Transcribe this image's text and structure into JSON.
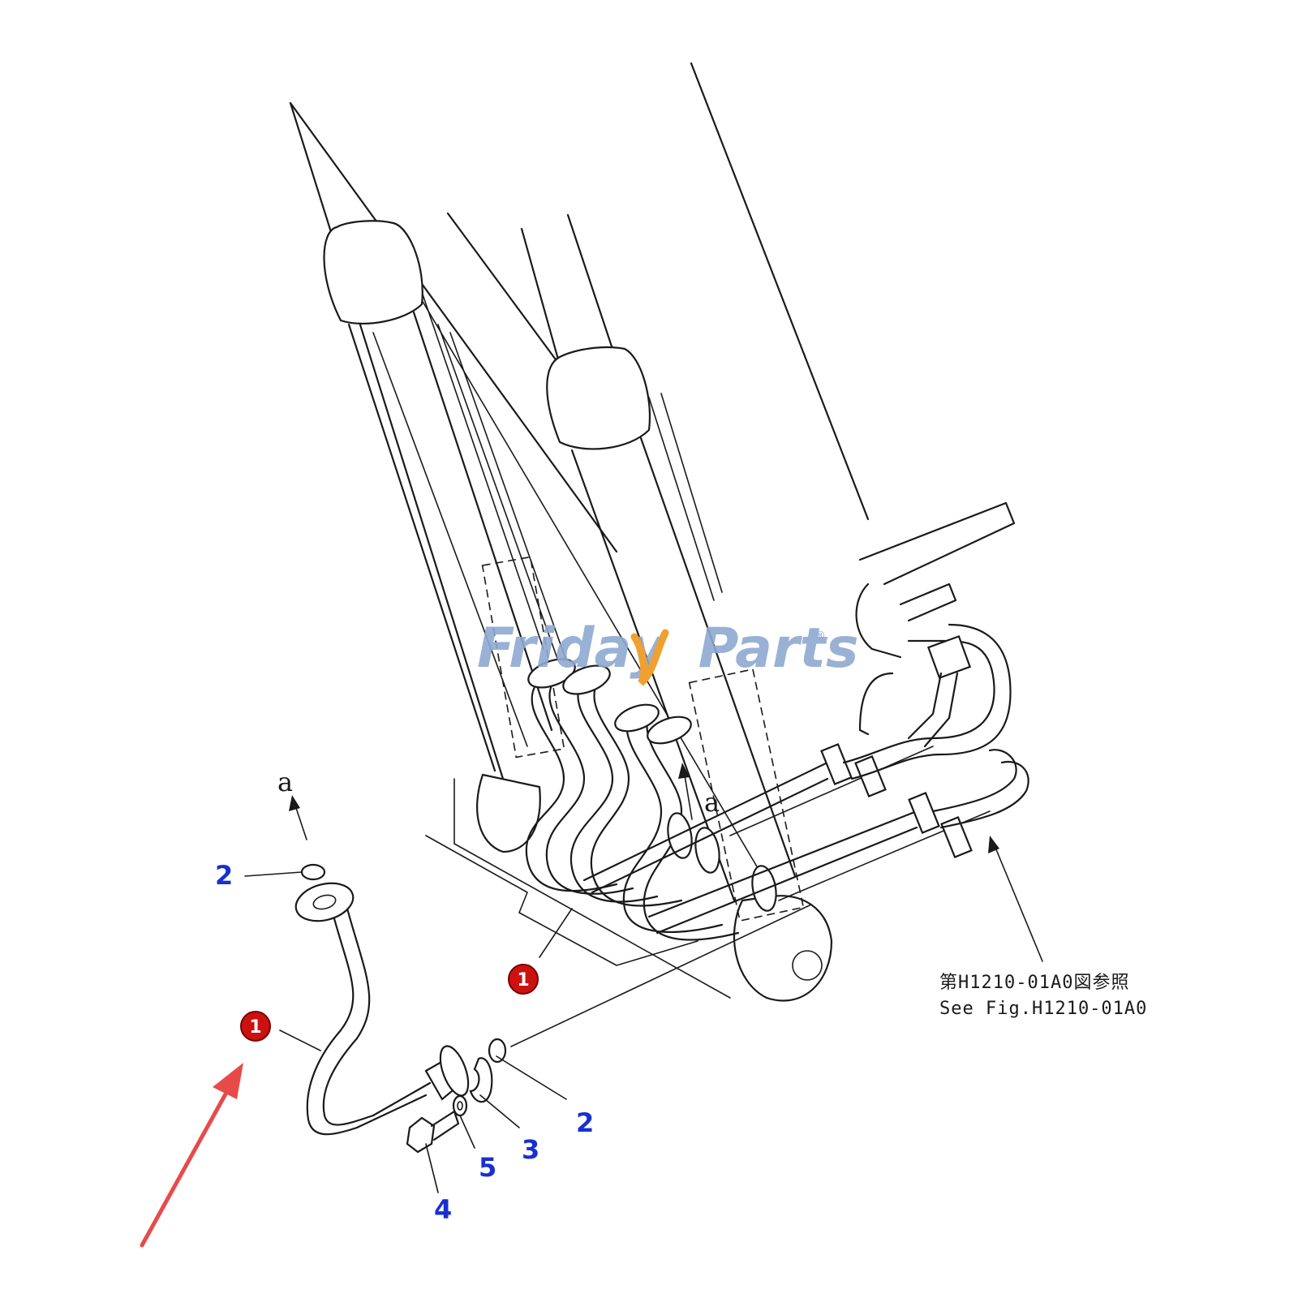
{
  "watermark": {
    "brand_left": "Friday",
    "brand_right": "Parts",
    "registered": "®",
    "color_main": "#8ea9cf",
    "color_accent": "#f0a030"
  },
  "callouts": [
    {
      "id": "1",
      "style": "badge",
      "color": "#cc1111"
    },
    {
      "id": "1",
      "style": "badge",
      "color": "#cc1111"
    },
    {
      "id": "2",
      "style": "number",
      "color": "#1a2fd1"
    },
    {
      "id": "2",
      "style": "number",
      "color": "#1a2fd1"
    },
    {
      "id": "3",
      "style": "number",
      "color": "#1a2fd1"
    },
    {
      "id": "4",
      "style": "number",
      "color": "#1a2fd1"
    },
    {
      "id": "5",
      "style": "number",
      "color": "#1a2fd1"
    }
  ],
  "refs": [
    "a",
    "a"
  ],
  "note": {
    "line1": "第H1210-01A0図参照",
    "line2": "See Fig.H1210-01A0"
  },
  "pointer_arrow_color": "#e84a4a"
}
